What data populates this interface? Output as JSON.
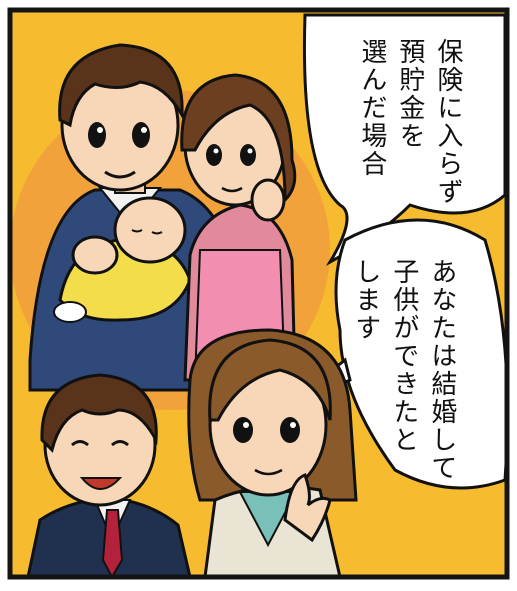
{
  "panel": {
    "colors": {
      "background": "#f6bb2e",
      "border": "#141414",
      "circle": "#f2a23a",
      "bubble": "#ffffff"
    }
  },
  "bubbles": {
    "top": {
      "lines": [
        "保険に入らず",
        "預貯金を",
        "選んだ場合"
      ]
    },
    "bottom": {
      "lines": [
        "あなたは結婚して",
        "子供ができたと",
        "します"
      ]
    }
  },
  "figures": {
    "family": [
      "father",
      "baby",
      "mother"
    ],
    "advisors": [
      "man-in-suit",
      "woman-advisor"
    ]
  }
}
